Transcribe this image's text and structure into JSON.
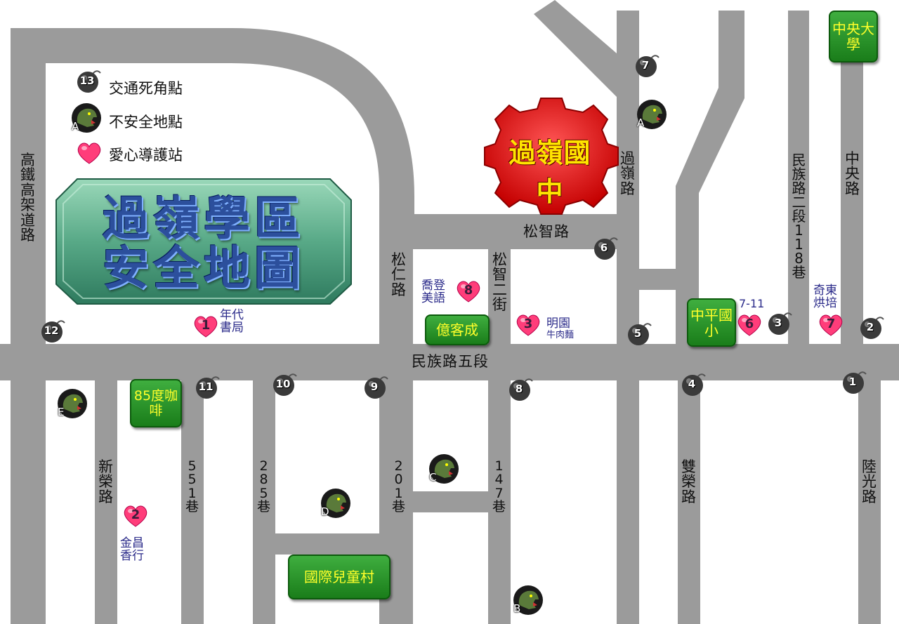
{
  "title": {
    "line1": "過嶺學區",
    "line2": "安全地圖"
  },
  "school": {
    "name": "過嶺國中"
  },
  "legend": {
    "blind_spot": {
      "icon": "bomb-icon",
      "sample": "13",
      "label": "交通死角點"
    },
    "unsafe_spot": {
      "icon": "dinosaur-icon",
      "sample": "A",
      "label": "不安全地點"
    },
    "guard_station": {
      "icon": "heart-icon",
      "label": "愛心導護站"
    }
  },
  "roads": {
    "hsr": "高鐵高架道路",
    "songren": "松仁路",
    "songzhi": "松智路",
    "songzhi2": "松智二街",
    "guoling": "過嶺路",
    "minzu_lane": "民族路二段118巷",
    "zhongyang": "中央路",
    "minzu5": "民族路五段",
    "xinrong": "新榮路",
    "lane551": "551巷",
    "lane285": "285巷",
    "lane201": "201巷",
    "lane147": "147巷",
    "shuangrong": "雙榮路",
    "luguang": "陸光路"
  },
  "landmarks": {
    "central_univ": "中央大學",
    "zhongping": "中平國小",
    "yikecheng": "億客成",
    "cafe85": "85度咖啡",
    "kids_village": "國際兒童村"
  },
  "bombs": [
    "1",
    "2",
    "3",
    "4",
    "5",
    "6",
    "7",
    "8",
    "9",
    "10",
    "11",
    "12"
  ],
  "hearts": [
    {
      "num": "1",
      "label": "年代書局"
    },
    {
      "num": "2",
      "label": "金昌香行"
    },
    {
      "num": "3",
      "label": "明園",
      "sub": "牛肉麵"
    },
    {
      "num": "6",
      "label": "7-11"
    },
    {
      "num": "7",
      "label": "奇東烘培"
    },
    {
      "num": "8",
      "label": "喬登美語"
    }
  ],
  "dinos": [
    "A",
    "A",
    "B",
    "C",
    "D",
    "E"
  ],
  "colors": {
    "road": "#9b9b9b",
    "heart": "#ff3d7a",
    "green_box": "#2a962a",
    "gear": "#e10000",
    "title_panel": "#5fb08a"
  }
}
